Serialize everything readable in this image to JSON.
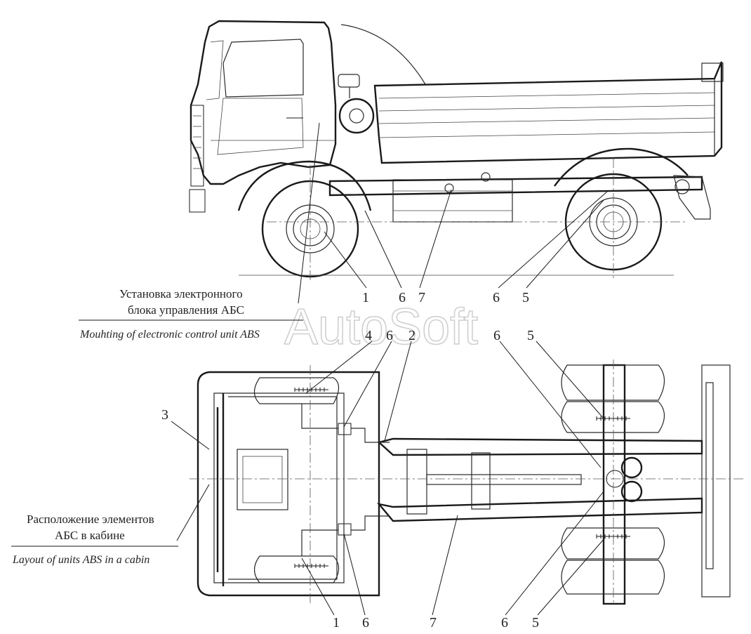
{
  "side_view": {
    "caption_ru_line1": "Установка электронного",
    "caption_ru_line2": "блока управления АБС",
    "caption_en": "Mouhting of electronic control unit ABS",
    "callouts": {
      "c1": "1",
      "c6a": "6",
      "c7": "7",
      "c6b": "6",
      "c5": "5"
    }
  },
  "top_view": {
    "caption_ru_line1": "Расположение элементов",
    "caption_ru_line2": "АБС в кабине",
    "caption_en": "Layout of units ABS in a cabin",
    "callouts": {
      "c4": "4",
      "c6_top": "6",
      "c2": "2",
      "c6_top_right": "6",
      "c5_top_right": "5",
      "c3": "3",
      "c1_bottom": "1",
      "c6_bottom": "6",
      "c7_bottom": "7",
      "c6_bottom_right": "6",
      "c5_bottom_right": "5"
    }
  },
  "watermark": "AutoSoft"
}
